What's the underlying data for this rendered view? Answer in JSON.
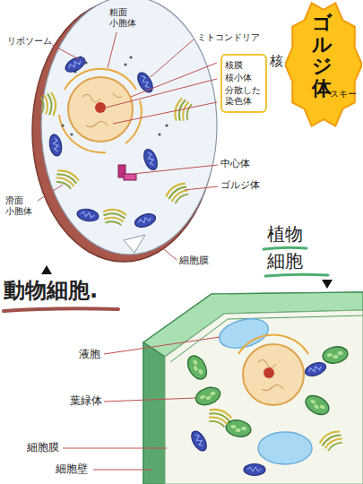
{
  "diagram": {
    "nodes": [
      {
        "text": [
          "ゴルジ体",
          "スキー"
        ]
      },
      {
        "text": [
          "核膜",
          "核小体",
          "分散した 染色体",
          "核"
        ]
      }
    ],
    "labels": [
      "リボソーム",
      "粗面 小胞体",
      "ミトコンドリア",
      "中心体",
      "ゴルジ体",
      "滑面 小胞体",
      "細胞膜",
      "植物 細胞",
      "動物細胞.",
      "液胞",
      "葉緑体",
      "細胞膜",
      "細胞壁"
    ]
  }
}
